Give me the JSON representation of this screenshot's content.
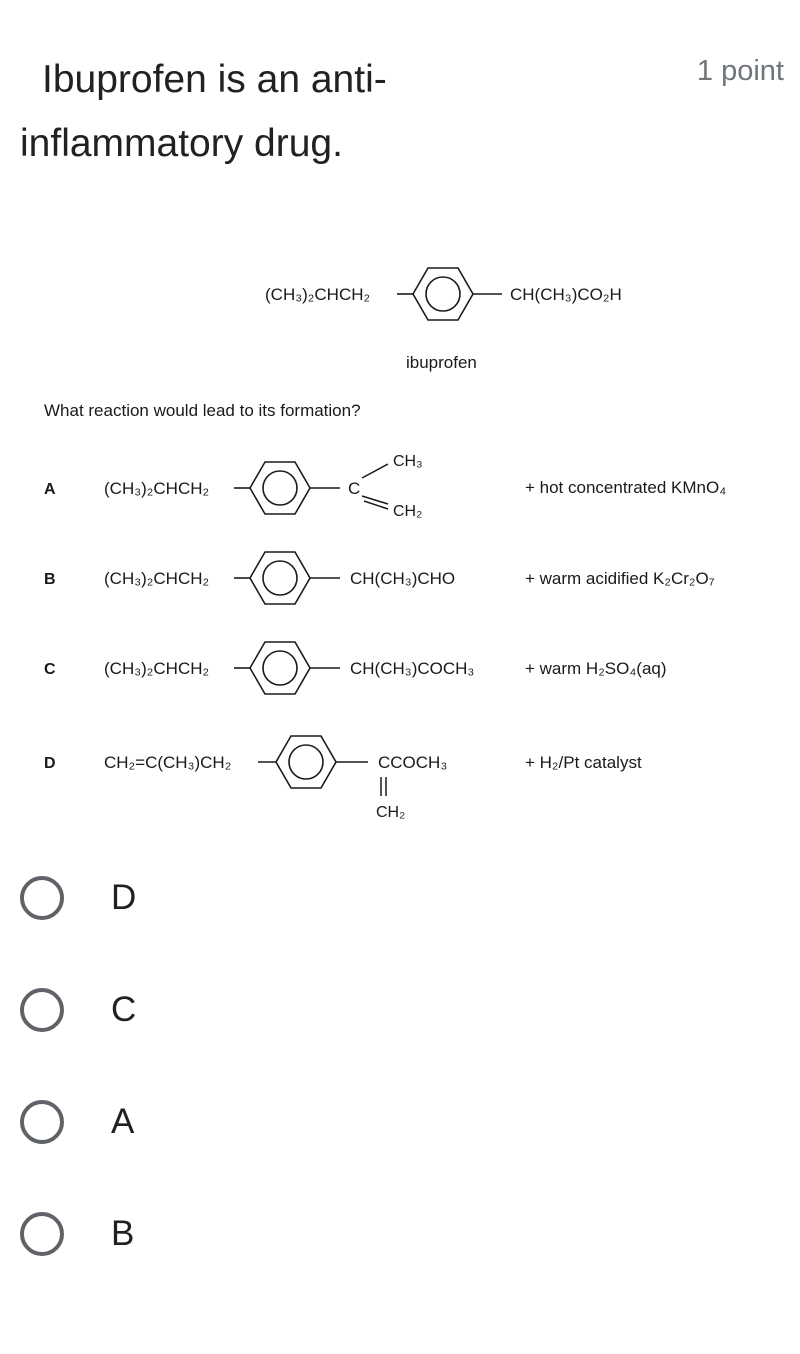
{
  "question": {
    "line1": "Ibuprofen is an anti-",
    "line2": "inflammatory drug.",
    "points": "1 point"
  },
  "figure": {
    "ibuprofen": {
      "left": "(CH₃)₂CHCH₂",
      "right": "CH(CH₃)CO₂H",
      "caption": "ibuprofen"
    },
    "prompt": "What reaction would lead to its formation?",
    "rows": {
      "A": {
        "letter": "A",
        "left": "(CH₃)₂CHCH₂",
        "c": "C",
        "ch3": "CH₃",
        "ch2": "CH₂",
        "reagent": "+  hot concentrated KMnO₄"
      },
      "B": {
        "letter": "B",
        "left": "(CH₃)₂CHCH₂",
        "right": "CH(CH₃)CHO",
        "reagent": "+  warm acidified K₂Cr₂O₇"
      },
      "C": {
        "letter": "C",
        "left": "(CH₃)₂CHCH₂",
        "right": "CH(CH₃)COCH₃",
        "reagent": "+  warm H₂SO₄(aq)"
      },
      "D": {
        "letter": "D",
        "left": "CH₂=C(CH₃)CH₂",
        "right": "CCOCH₃",
        "ch2": "CH₂",
        "reagent": "+  H₂/Pt catalyst"
      }
    }
  },
  "options": [
    {
      "label": "D"
    },
    {
      "label": "C"
    },
    {
      "label": "A"
    },
    {
      "label": "B"
    }
  ]
}
